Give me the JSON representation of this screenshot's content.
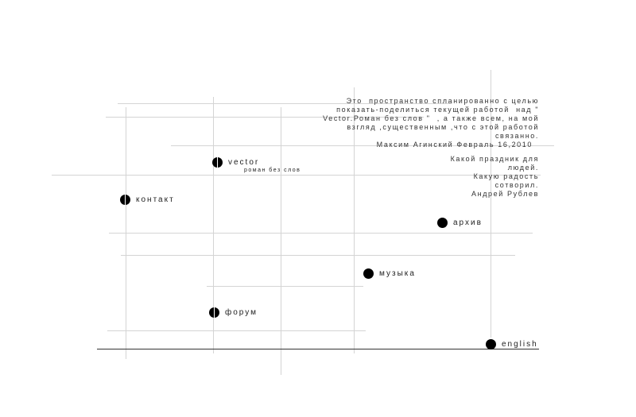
{
  "intro": [
    "Это  пространство спланированно с целью",
    "показать-поделиться текущей работой  над \"",
    "Vector.Роман без слов \"  , а также всем, на мой",
    "взгляд ,существенным ,что с этой работой",
    "связанно."
  ],
  "signature": "Максим Агинский Февраль 16,2010",
  "quote": [
    "Какой праздник для",
    "людей.",
    "Какую радость",
    "сотворил.",
    "Андрей Рублев"
  ],
  "nav": {
    "vector": "vector",
    "vector_sub": "роман без слов",
    "contact": "контакт",
    "archive": "архив",
    "music": "музыка",
    "forum": "форум",
    "english": "english"
  }
}
